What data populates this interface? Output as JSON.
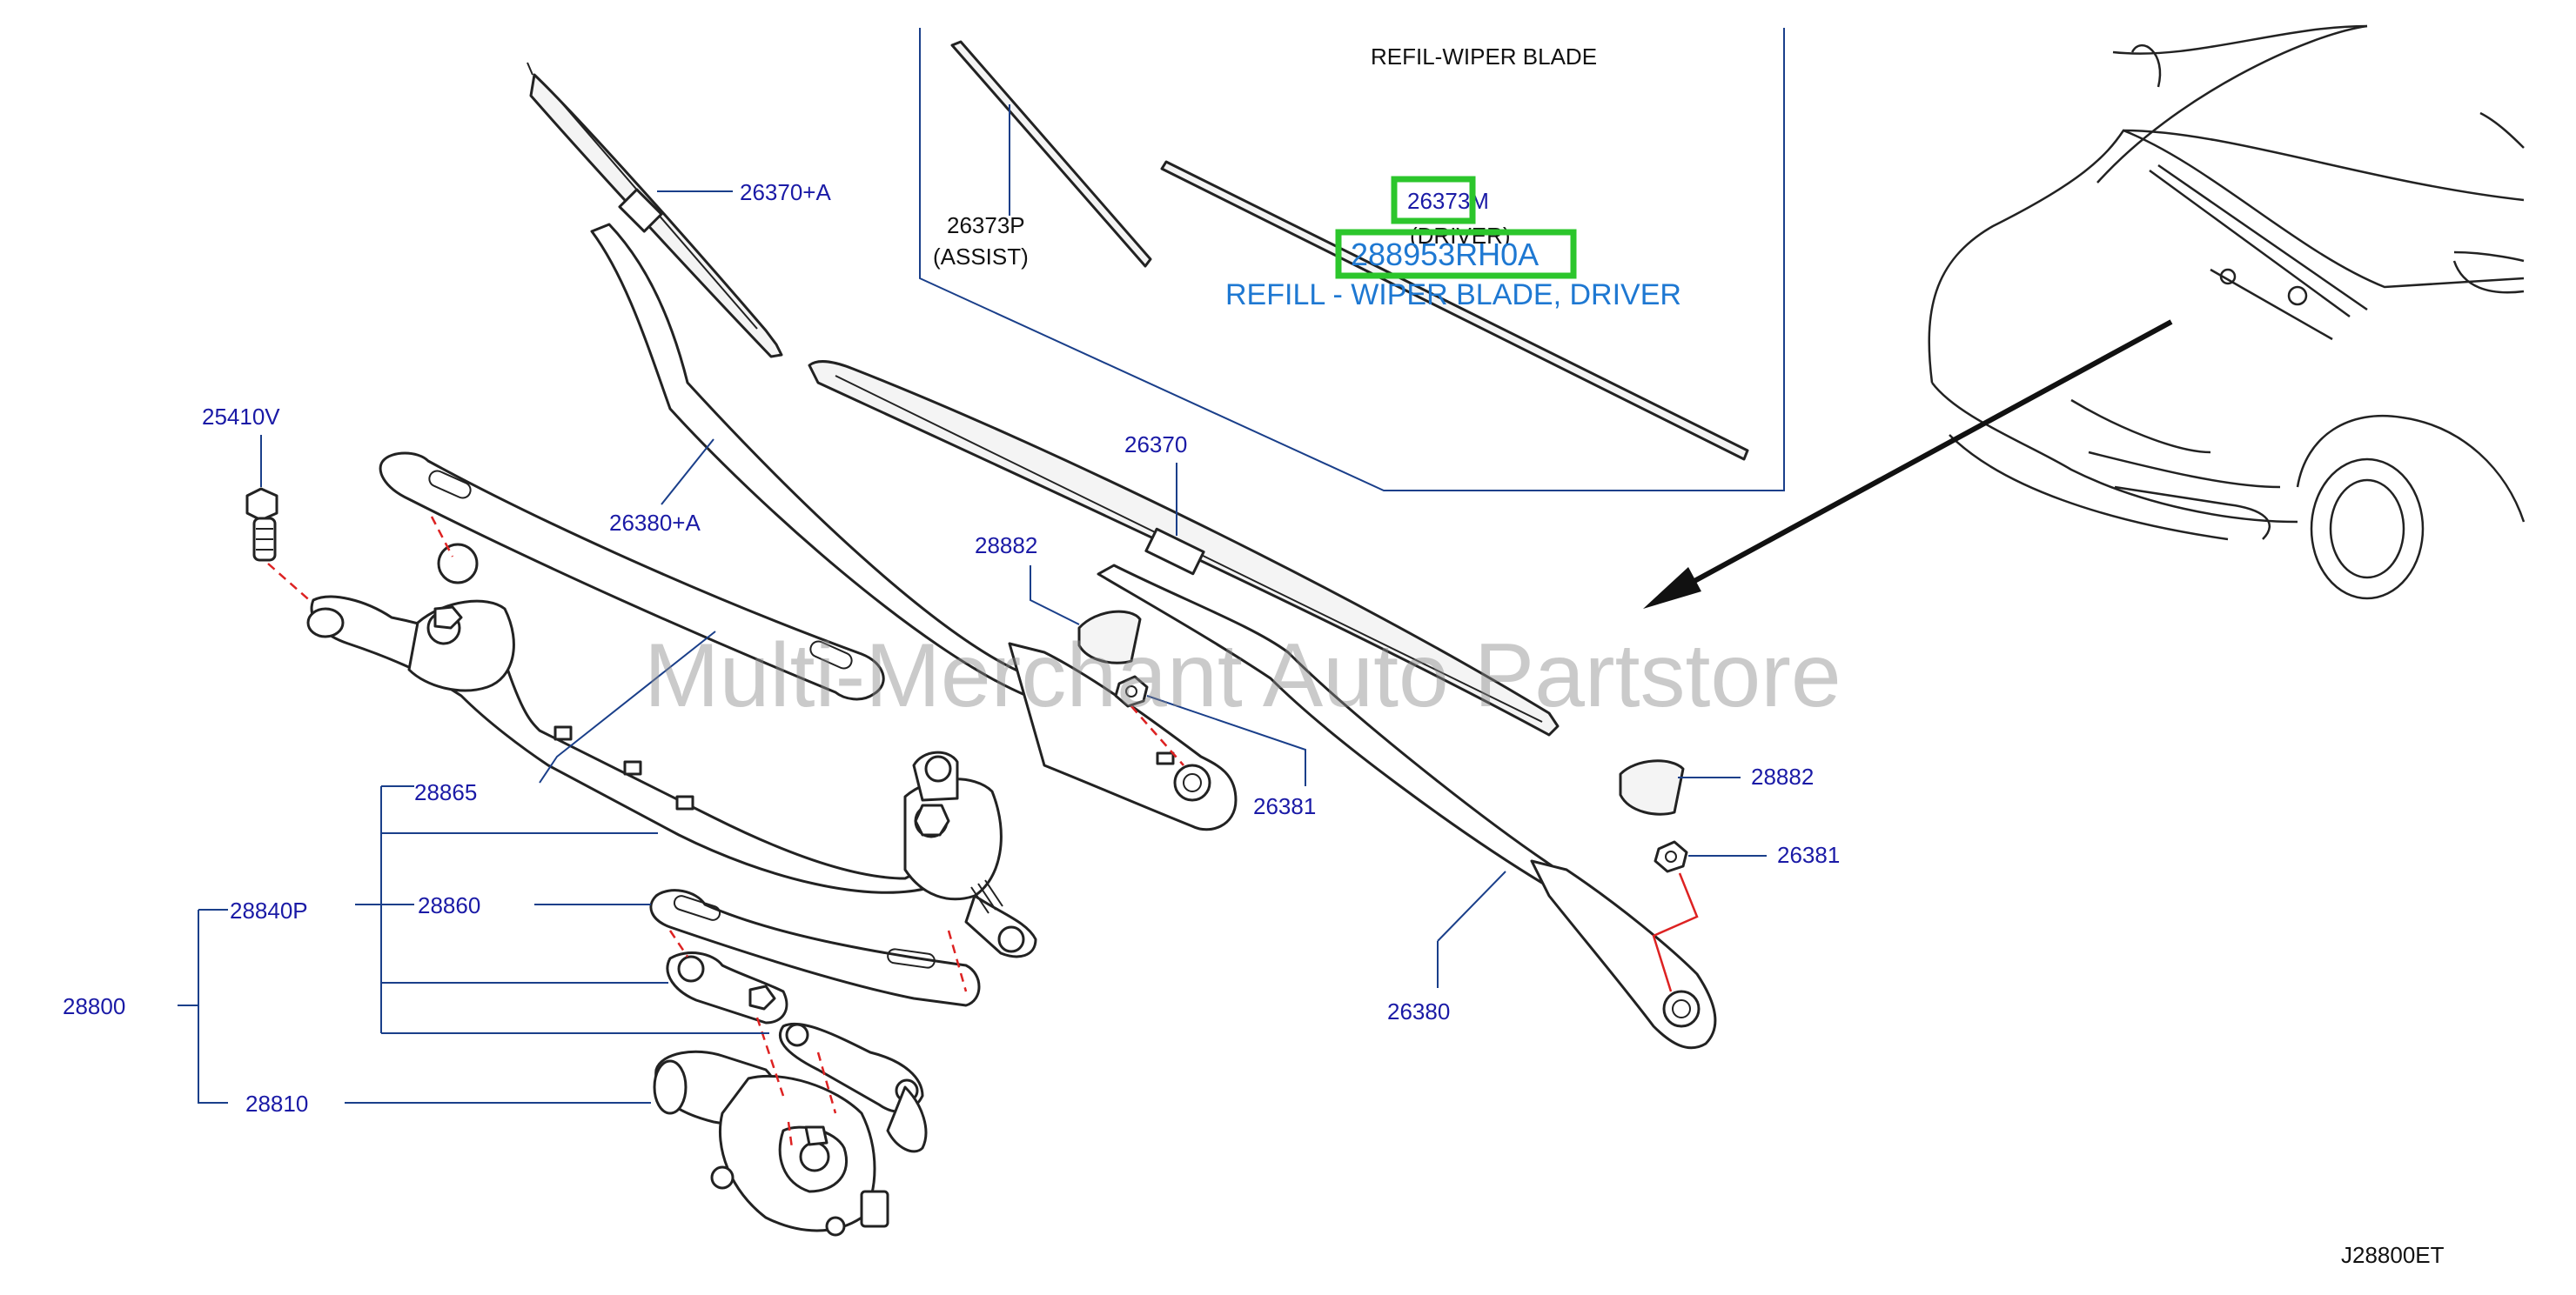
{
  "inset": {
    "title": "REFIL-WIPER   BLADE",
    "assist_part": "26373P",
    "assist_note": "(ASSIST)",
    "driver_part": "26373M",
    "driver_note": "(DRIVER)"
  },
  "highlight": {
    "part_number": "288953RH0A",
    "description": "REFILL - WIPER BLADE, DRIVER",
    "color": "#2cc62c",
    "text_color": "#1e78d2"
  },
  "watermark": "Multi-Merchant Auto Partstore",
  "diagram_code": "J28800ET",
  "labels": {
    "l26370A": "26370+A",
    "l26370": "26370",
    "l26380A": "26380+A",
    "l26380": "26380",
    "l25410V": "25410V",
    "l28882a": "28882",
    "l28882b": "28882",
    "l26381a": "26381",
    "l26381b": "26381",
    "l28865": "28865",
    "l28860": "28860",
    "l28840P": "28840P",
    "l28800": "28800",
    "l28810": "28810"
  },
  "colors": {
    "label": "#1a1aa6",
    "leader": "#1a3f8a",
    "guide": "#dd2222"
  }
}
